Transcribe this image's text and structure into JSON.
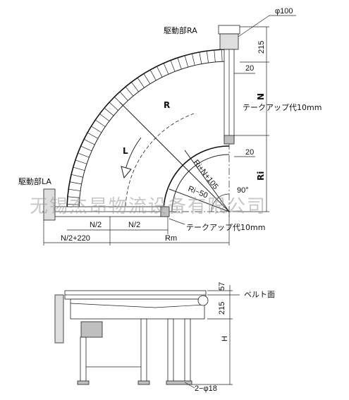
{
  "labels": {
    "drive_ra": "駆動部RA",
    "drive_la": "駆動部LA",
    "phi100": "φ100",
    "dim_215_top": "215",
    "dim_20_a": "20",
    "dim_n": "N",
    "takeup_right": "テークアップ代10mm",
    "dim_20_b": "20",
    "dim_ri": "Ri",
    "r": "R",
    "l": "L",
    "ri_n_105": "Ri+N+105",
    "ri_50": "Ri−50",
    "angle": "90°",
    "n2_a": "N/2",
    "n2_b": "N/2",
    "takeup_bottom": "テークアップ代10mm",
    "n2_220": "N/2+220",
    "rm": "Rm",
    "dim_57": "57",
    "belt_face": "ベルト面",
    "dim_215_side": "215",
    "dim_h": "H",
    "phi18": "2−φ18"
  },
  "watermark": "无锡杰昂物流设备有限公司",
  "colors": {
    "line": "#222222",
    "fill_gray": "#bfbfbf",
    "fill_light": "#dedede",
    "watermark": "#9a9a9a"
  }
}
